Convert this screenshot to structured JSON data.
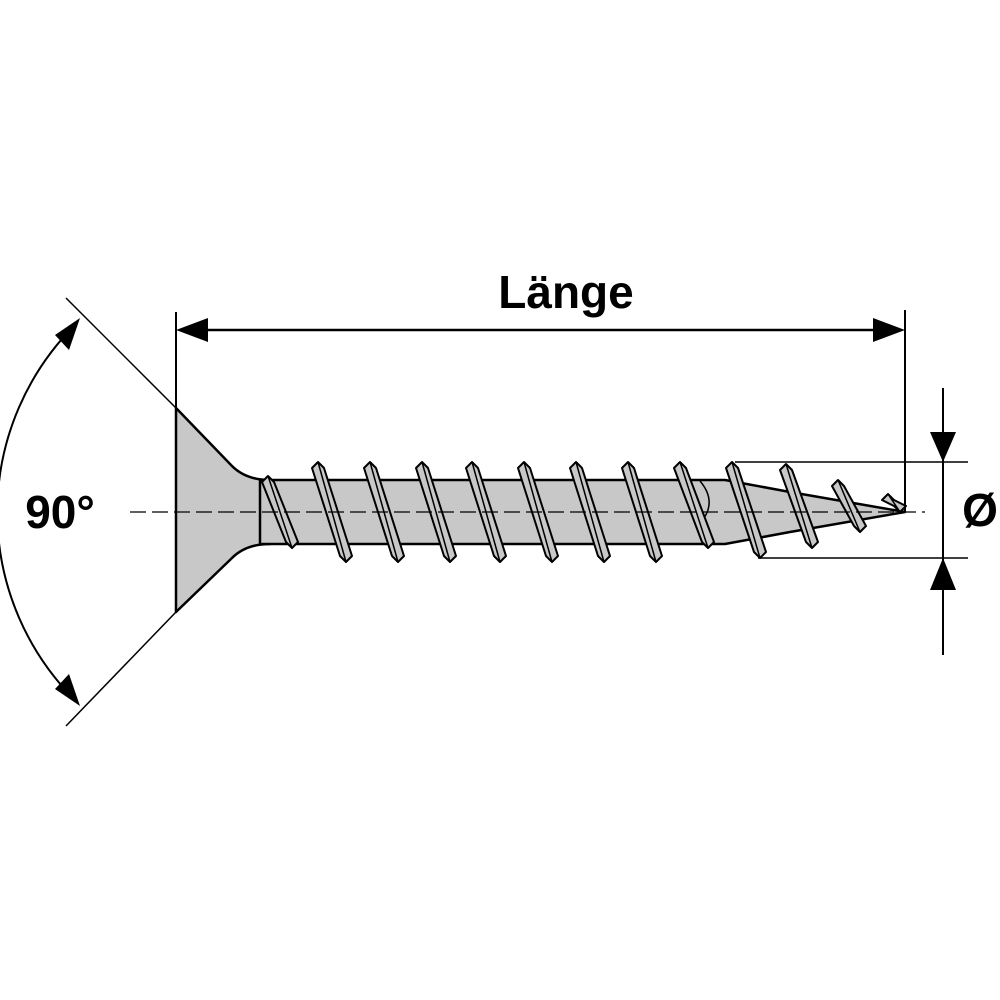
{
  "diagram": {
    "length_label": "Länge",
    "angle_label": "90°",
    "diameter_label": "Ø"
  },
  "colors": {
    "line": "#000000",
    "screw_fill": "#c8c8c8",
    "background": "#ffffff"
  },
  "icons": {
    "arrowhead": "filled-triangle-arrow"
  }
}
